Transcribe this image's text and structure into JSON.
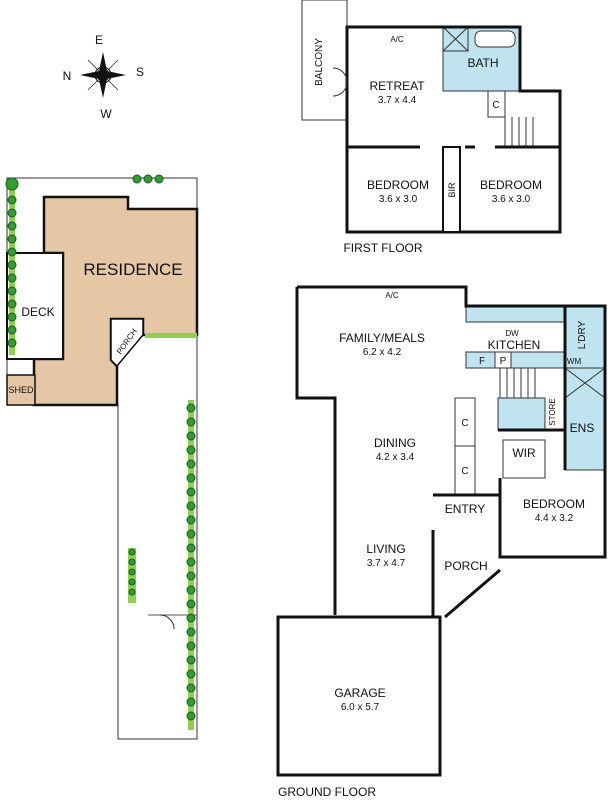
{
  "compass": {
    "north": "N",
    "south": "S",
    "east": "E",
    "west": "W"
  },
  "site_plan": {
    "residence": "RESIDENCE",
    "deck": "DECK",
    "porch": "PORCH",
    "shed": "SHED"
  },
  "first_floor": {
    "title": "FIRST FLOOR",
    "balcony": "BALCONY",
    "ac": "A/C",
    "retreat": {
      "name": "RETREAT",
      "size": "3.7 x 4.4"
    },
    "bath": "BATH",
    "closet": "C",
    "bedroom1": {
      "name": "BEDROOM",
      "size": "3.6 x 3.0"
    },
    "bir": "BIR",
    "bedroom2": {
      "name": "BEDROOM",
      "size": "3.6 x 3.0"
    }
  },
  "ground_floor": {
    "title": "GROUND FLOOR",
    "ac": "A/C",
    "family": {
      "name": "FAMILY/MEALS",
      "size": "6.2 x 4.2"
    },
    "dw": "DW",
    "kitchen": "KITCHEN",
    "fridge": "F",
    "pantry": "P",
    "laundry": "L'DRY",
    "wm": "WM",
    "store": "STORE",
    "ens": "ENS",
    "wir": "WIR",
    "closet1": "C",
    "closet2": "C",
    "dining": {
      "name": "DINING",
      "size": "4.2 x 3.4"
    },
    "entry": "ENTRY",
    "bedroom": {
      "name": "BEDROOM",
      "size": "4.4 x 3.2"
    },
    "living": {
      "name": "LIVING",
      "size": "3.7 x 4.7"
    },
    "porch": "PORCH",
    "garage": {
      "name": "GARAGE",
      "size": "6.0 x 5.7"
    }
  },
  "colors": {
    "residence": "#e6c7a5",
    "wet_area": "#bfe3ef",
    "tree": "#2f9e2f",
    "hedge": "#8fd14f"
  }
}
